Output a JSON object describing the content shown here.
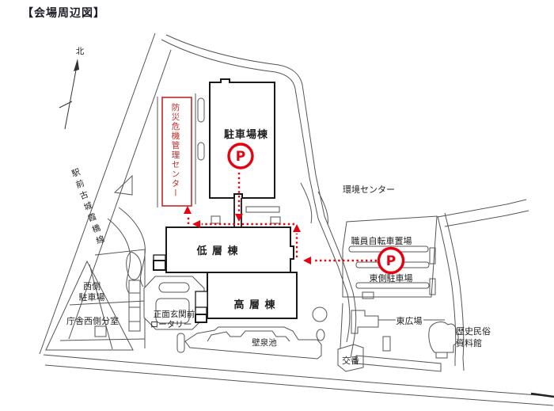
{
  "title": "【会場周辺図】",
  "compass_north": "北",
  "road_name": "駅前古城霞橋線",
  "labels": {
    "disaster_center": "防災危機管理センター",
    "parking_tower": "駐車場棟",
    "low_rise": "低 層 棟",
    "high_rise": "高 層 棟",
    "environment_center": "環境センター",
    "staff_bicycle_parking": "職員自転車置場",
    "east_parking": "東側駐車場",
    "west_parking_line1": "西側",
    "west_parking_line2": "駐車場",
    "office_west_annex": "庁舎西側分室",
    "rotary_line1": "正面玄関前",
    "rotary_line2": "ロータリー",
    "wall_fountain_pond": "壁泉池",
    "east_plaza": "東広場",
    "museum_line1": "歴史民俗",
    "museum_line2": "資料館",
    "police_box": "交番"
  },
  "markers": {
    "parking_symbol": "P"
  },
  "colors": {
    "route_red": "#e8000f",
    "venue_red": "#c22a2a",
    "building_line": "#1a1a1a",
    "parcel_line": "#555555"
  }
}
